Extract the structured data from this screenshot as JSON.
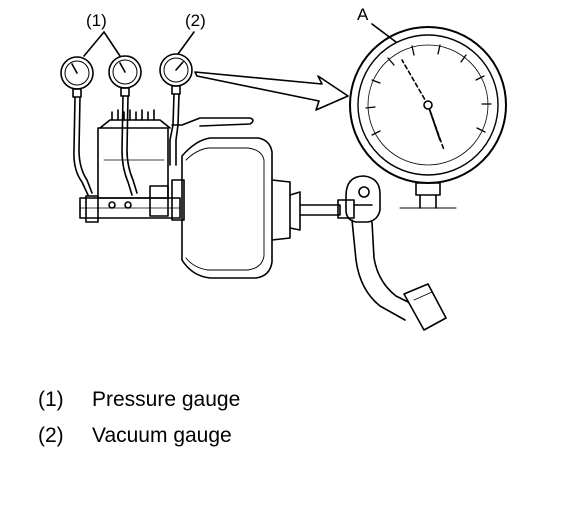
{
  "callouts": {
    "pressure_gauge": "(1)",
    "vacuum_gauge": "(2)",
    "detail": "A"
  },
  "legend": [
    {
      "key": "(1)",
      "text": "Pressure gauge"
    },
    {
      "key": "(2)",
      "text": "Vacuum gauge"
    }
  ]
}
